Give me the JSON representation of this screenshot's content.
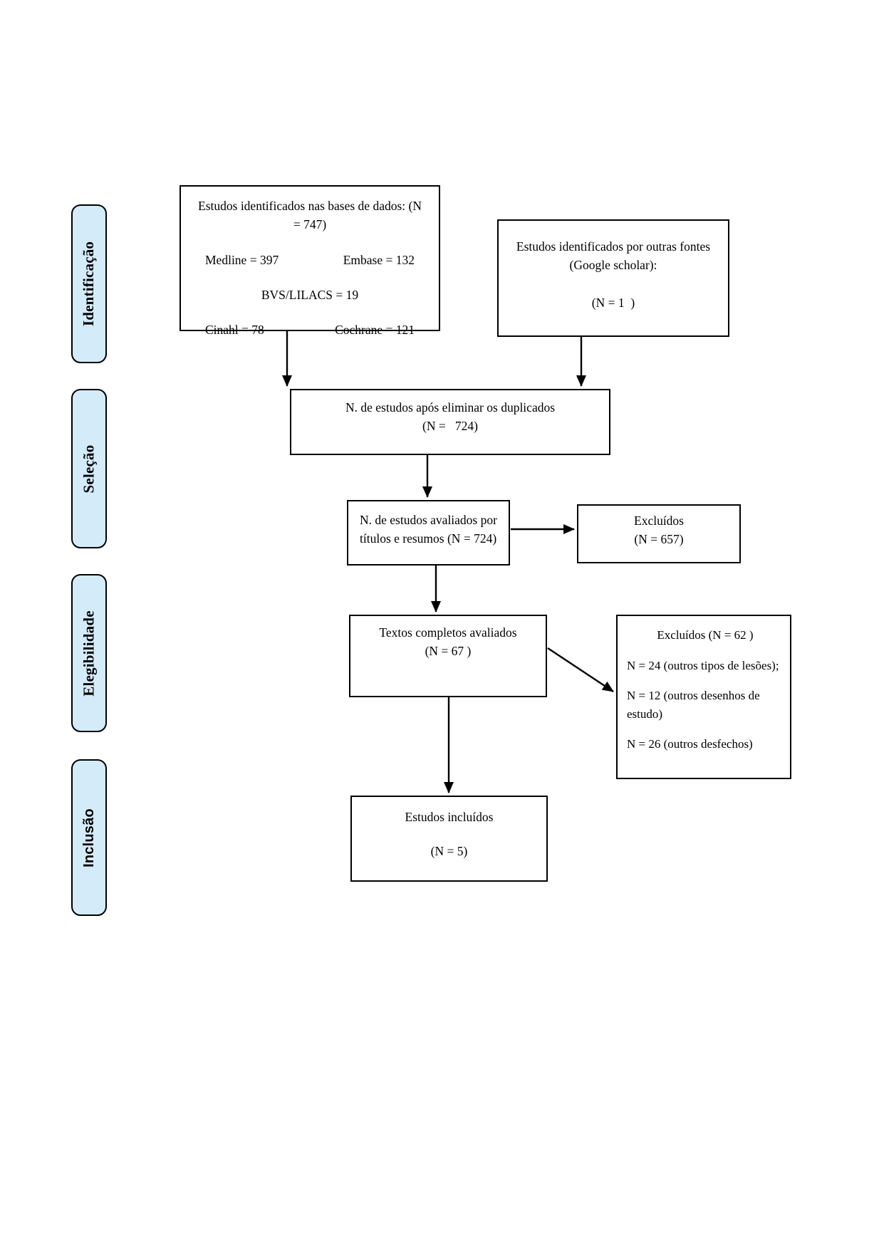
{
  "stages": [
    {
      "label": "Identificação"
    },
    {
      "label": "Seleção"
    },
    {
      "label": "Elegibilidade"
    },
    {
      "label": "Inclusão"
    }
  ],
  "boxes": {
    "databases": {
      "title_line1": "Estudos identificados nas bases de dados: (N",
      "title_line2": "= 747)",
      "medline": "Medline = 397",
      "embase": "Embase = 132",
      "bvs": "BVS/LILACS = 19",
      "cinahl": "Cinahl = 78",
      "cochrane": "Cochrane = 121"
    },
    "other_sources": {
      "line1": "Estudos identificados por outras fontes",
      "line2": "(Google scholar):",
      "n": "(N = 1  )"
    },
    "deduplicated": {
      "line1": "N. de estudos após eliminar os duplicados",
      "line2": "(N =   724)"
    },
    "title_abstract": {
      "line1": "N. de estudos avaliados por",
      "line2": "títulos e resumos (N = 724)"
    },
    "excluded_title_abstract": {
      "line1": "Excluídos",
      "line2": "(N = 657)"
    },
    "full_text": {
      "line1": "Textos completos avaliados",
      "line2": "(N = 67 )"
    },
    "excluded_full_text": {
      "title": "Excluídos (N = 62 )",
      "reason1": "N = 24 (outros tipos de lesões);",
      "reason2": "N = 12 (outros desenhos de estudo)",
      "reason3": "N = 26 (outros desfechos)"
    },
    "included": {
      "line1": "Estudos incluídos",
      "n": "(N = 5)"
    }
  },
  "colors": {
    "stage_fill": "#d4ebfa",
    "line": "#000000"
  }
}
